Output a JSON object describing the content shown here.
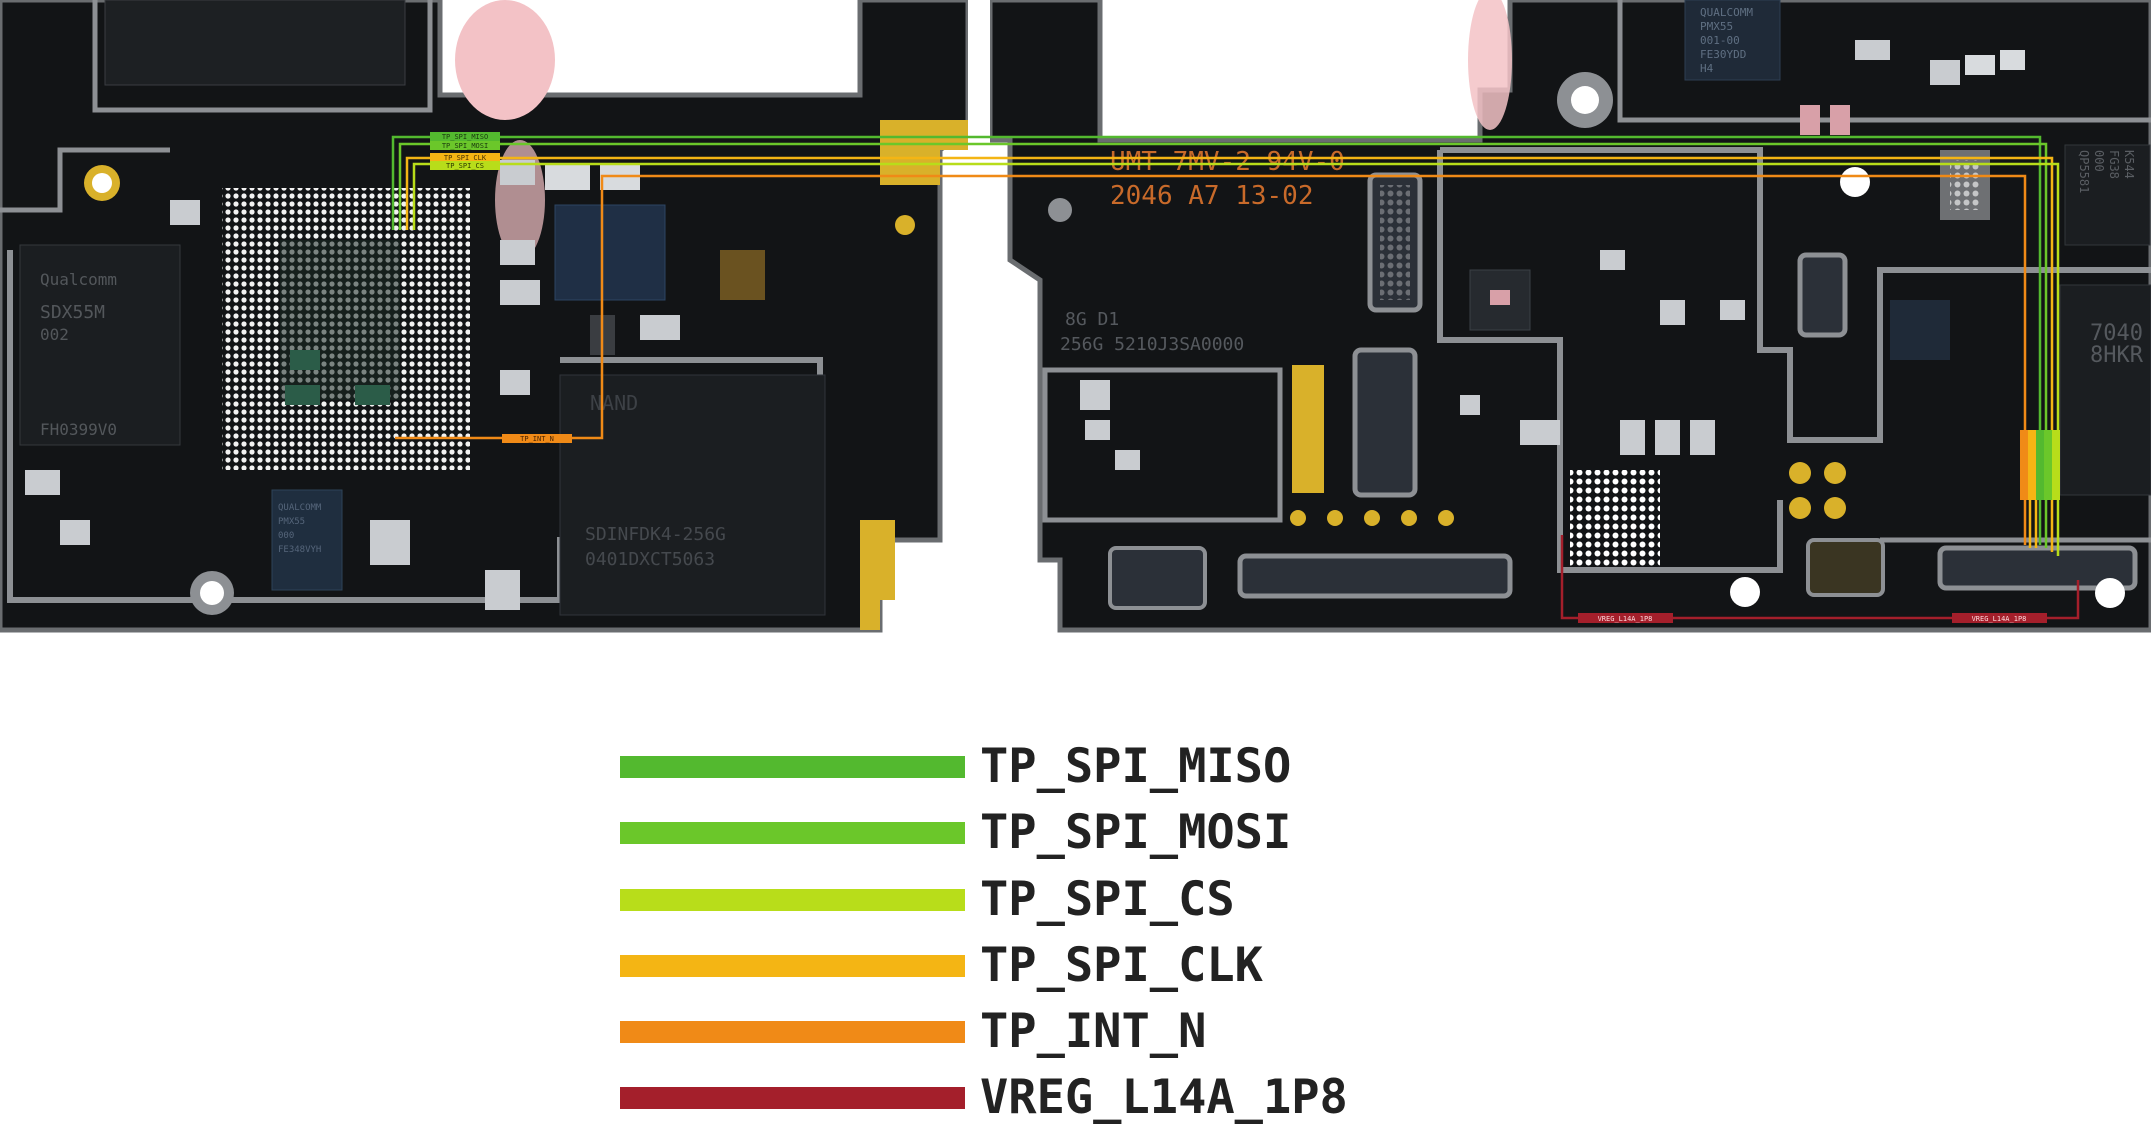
{
  "diagram": {
    "left_board": {
      "chips": [
        {
          "name": "modem-chip",
          "lines": [
            "Qualcomm",
            "SDX55M",
            "002",
            "",
            "FH0399V0"
          ]
        },
        {
          "name": "pmic-chip",
          "lines": [
            "QUALCOMM",
            "PMX55",
            "000",
            "FE348VYH"
          ]
        },
        {
          "name": "memory-chip",
          "lines": [
            "NAND",
            "SDINFDK4-256G",
            "0401DXCT5063"
          ]
        }
      ]
    },
    "right_board": {
      "markings": [
        "UMT 7MV-2 94V-0",
        "2046 A7 13-02"
      ],
      "silk_labels": [
        "8G  D1",
        "256G 5210J3SA0000"
      ],
      "chips": [
        {
          "name": "pmx55-chip",
          "lines": [
            "QUALCOMM",
            "PMX55",
            "001-00",
            "FE30YDD",
            "H4"
          ]
        },
        {
          "name": "qp-chip",
          "lines": [
            "QP5581",
            "000",
            "FG38",
            "K544"
          ]
        },
        {
          "name": "sdr-chip",
          "lines": [
            "7040",
            "8HKR"
          ]
        }
      ]
    },
    "net_tags": {
      "miso": "TP_SPI_MISO",
      "mosi": "TP_SPI_MOSI",
      "clk": "TP_SPI_CLK",
      "cs": "TP_SPI_CS",
      "int": "TP_INT_N",
      "vreg_left": "VREG_L14A_1P8",
      "vreg_right": "VREG_L14A_1P8"
    }
  },
  "legend": {
    "items": [
      {
        "label": "TP_SPI_MISO",
        "color": "#53b92f"
      },
      {
        "label": "TP_SPI_MOSI",
        "color": "#6bc72a"
      },
      {
        "label": "TP_SPI_CS",
        "color": "#b8dd1a"
      },
      {
        "label": "TP_SPI_CLK",
        "color": "#f4b514"
      },
      {
        "label": "TP_INT_N",
        "color": "#f08a17"
      },
      {
        "label": "VREG_L14A_1P8",
        "color": "#a41f2b"
      }
    ]
  }
}
